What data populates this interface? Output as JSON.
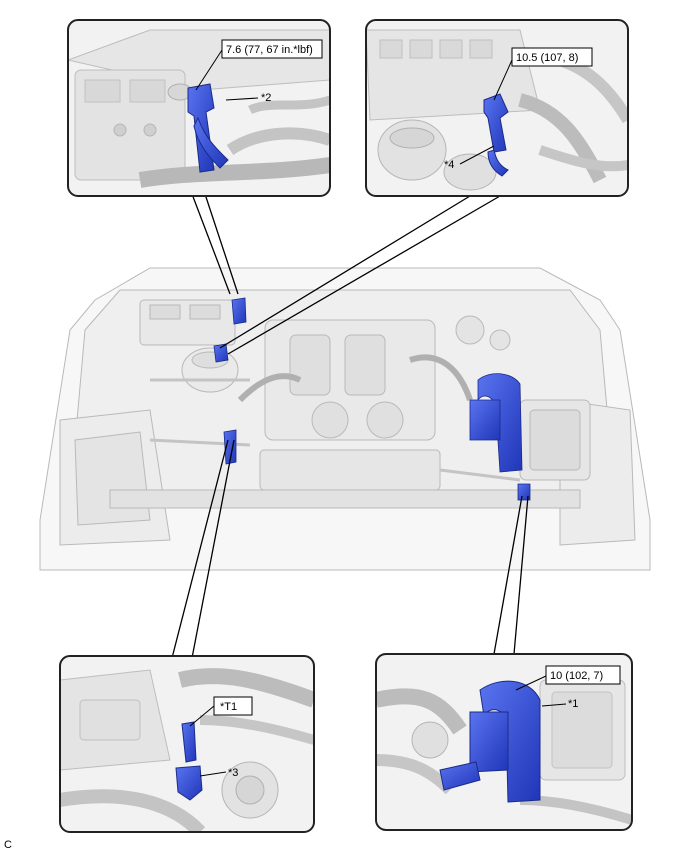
{
  "callouts": {
    "torque_2": "7.6 (77, 67 in.*lbf)",
    "label_2": "*2",
    "torque_4": "10.5 (107, 8)",
    "label_4": "*4",
    "label_t1": "*T1",
    "label_3": "*3",
    "torque_1": "10 (102, 7)",
    "label_1": "*1"
  },
  "corner_code": "C",
  "colors": {
    "highlight": "#2f49d1",
    "panel_border": "#222222",
    "line_art": "#b8b8b8"
  }
}
